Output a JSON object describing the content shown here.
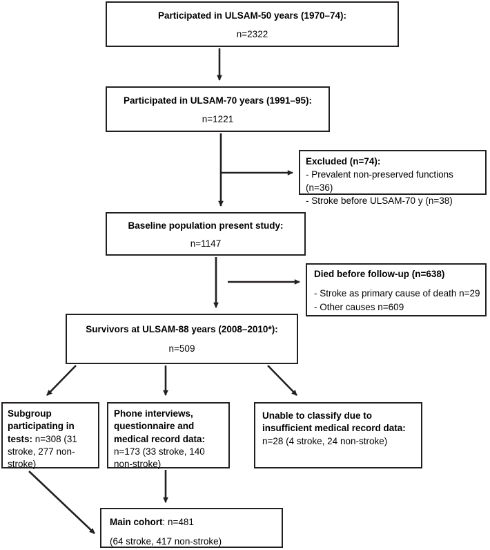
{
  "chart_data": {
    "type": "diagram",
    "title": "ULSAM study participant flow diagram",
    "nodes": [
      {
        "id": "ulsam50",
        "label": "Participated in ULSAM-50 years (1970–74):",
        "n": 2322,
        "n_text": "n=2322"
      },
      {
        "id": "ulsam70",
        "label": "Participated in ULSAM-70 years (1991–95):",
        "n": 1221,
        "n_text": "n=1221"
      },
      {
        "id": "excluded",
        "label": "Excluded (n=74):",
        "n": 74,
        "items": [
          "- Prevalent non-preserved functions (n=36)",
          "- Stroke before ULSAM-70 y (n=38)"
        ]
      },
      {
        "id": "baseline",
        "label": "Baseline population present study:",
        "n": 1147,
        "n_text": "n=1147"
      },
      {
        "id": "died",
        "label": "Died before follow-up (n=638)",
        "n": 638,
        "items": [
          "- Stroke as primary cause of death n=29",
          "- Other causes n=609"
        ]
      },
      {
        "id": "survivors",
        "label": "Survivors at ULSAM-88 years (2008–2010*):",
        "n": 509,
        "n_text": "n=509"
      },
      {
        "id": "subgroup",
        "label": "Subgroup participating in tests:",
        "n": 308,
        "detail": "n=308 (31 stroke, 277 non-stroke)"
      },
      {
        "id": "phone",
        "label": "Phone interviews, questionnaire and medical record data:",
        "n": 173,
        "detail": "n=173 (33 stroke, 140 non-stroke)"
      },
      {
        "id": "unable",
        "label": "Unable to classify due to insufficient medical record data:",
        "n": 28,
        "detail": "n=28 (4 stroke, 24 non-stroke)"
      },
      {
        "id": "main",
        "label": "Main cohort",
        "n": 481,
        "detail": "n=481",
        "sub": "(64 stroke, 417 non-stroke)"
      }
    ],
    "edges": [
      {
        "from": "ulsam50",
        "to": "ulsam70",
        "type": "down"
      },
      {
        "from": "ulsam70",
        "to": "excluded",
        "type": "right-branch"
      },
      {
        "from": "ulsam70",
        "to": "baseline",
        "type": "down"
      },
      {
        "from": "baseline",
        "to": "died",
        "type": "right-branch"
      },
      {
        "from": "baseline",
        "to": "survivors",
        "type": "down"
      },
      {
        "from": "survivors",
        "to": "subgroup",
        "type": "diagonal-left"
      },
      {
        "from": "survivors",
        "to": "phone",
        "type": "down"
      },
      {
        "from": "survivors",
        "to": "unable",
        "type": "diagonal-right"
      },
      {
        "from": "phone",
        "to": "main",
        "type": "down"
      },
      {
        "from": "subgroup",
        "to": "main",
        "type": "diagonal-right"
      }
    ],
    "stroke_color": "#231f20",
    "background": "#ffffff"
  },
  "boxes": {
    "ulsam50": {
      "title": "Participated in ULSAM-50 years (1970–74):",
      "count": "n=2322"
    },
    "ulsam70": {
      "title": "Participated in ULSAM-70 years (1991–95):",
      "count": "n=1221"
    },
    "excluded": {
      "title": "Excluded (n=74):",
      "line1": "- Prevalent non-preserved functions (n=36)",
      "line2": "- Stroke before ULSAM-70 y (n=38)"
    },
    "baseline": {
      "title": "Baseline population present study:",
      "count": "n=1147"
    },
    "died": {
      "title": "Died before follow-up (n=638)",
      "line1": "- Stroke as primary cause of death n=29",
      "line2": "- Other causes n=609"
    },
    "survivors": {
      "title": "Survivors at ULSAM-88 years (2008–2010*):",
      "count": "n=509"
    },
    "subgroup": {
      "title": "Subgroup participating in tests:",
      "detail": " n=308 (31 stroke, 277 non-stroke)"
    },
    "phone": {
      "title": "Phone interviews, questionnaire and medical record data:",
      "detail": "n=173 (33 stroke, 140 non-stroke)"
    },
    "unable": {
      "title": "Unable to classify due to insufficient medical record data:",
      "detail": "n=28 (4 stroke, 24 non-stroke)"
    },
    "main": {
      "title": "Main cohort",
      "detail": ": n=481",
      "sub": "(64 stroke, 417 non-stroke)"
    }
  },
  "colors": {
    "stroke": "#231f20",
    "background": "#ffffff",
    "text": "#000000"
  }
}
